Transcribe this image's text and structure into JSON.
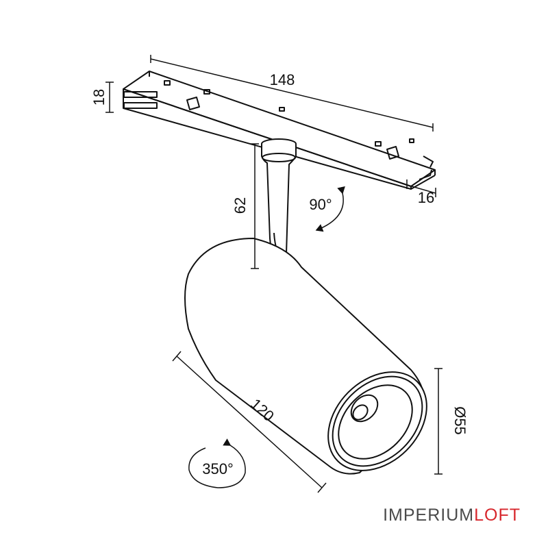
{
  "dimensions": {
    "rail_length": "148",
    "rail_height": "18",
    "rail_width": "16",
    "stem_height": "62",
    "body_length": "120",
    "diameter": "Ø55"
  },
  "rotations": {
    "tilt": "90°",
    "pan": "350°"
  },
  "brand": {
    "part1": "IMPERIUM",
    "part2": "LOFT",
    "part1_color": "#4a4a4a",
    "part2_color": "#d7262c"
  },
  "colors": {
    "line": "#111111",
    "background": "#ffffff"
  }
}
